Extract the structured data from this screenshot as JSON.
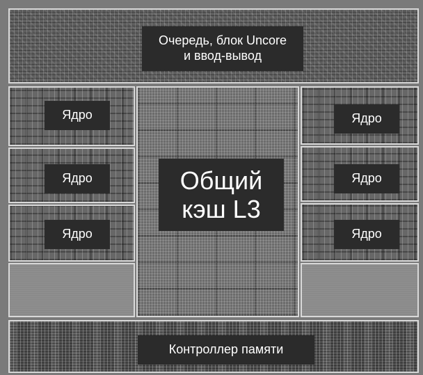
{
  "regions": {
    "queue_uncore_io": {
      "label": "Очередь, блок Uncore\nи ввод-вывод"
    },
    "core_left_1": {
      "label": "Ядро"
    },
    "core_left_2": {
      "label": "Ядро"
    },
    "core_left_3": {
      "label": "Ядро"
    },
    "core_right_1": {
      "label": "Ядро"
    },
    "core_right_2": {
      "label": "Ядро"
    },
    "core_right_3": {
      "label": "Ядро"
    },
    "shared_l3_cache": {
      "label": "Общий\nкэш L3"
    },
    "memory_controller": {
      "label": "Контроллер памяти"
    }
  },
  "colors": {
    "label_background": "#2b2b2b",
    "label_text": "#ffffff",
    "region_border": "#d9d9d9"
  }
}
